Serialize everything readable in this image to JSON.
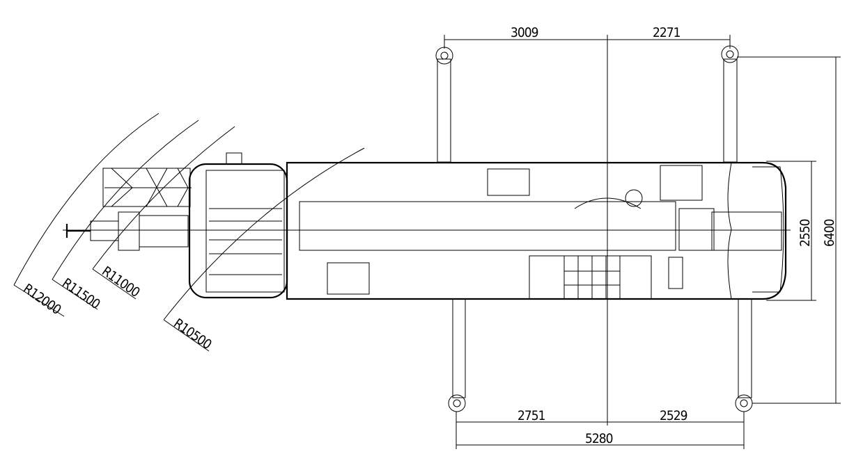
{
  "drawing": {
    "top_dimensions": [
      "3009",
      "2271"
    ],
    "bottom_dimensions": [
      "2751",
      "2529"
    ],
    "overall_length": "5280",
    "body_width": "2550",
    "outrigger_span": "6400",
    "radii": [
      "R12000",
      "R11500",
      "R11000",
      "R10500"
    ]
  }
}
